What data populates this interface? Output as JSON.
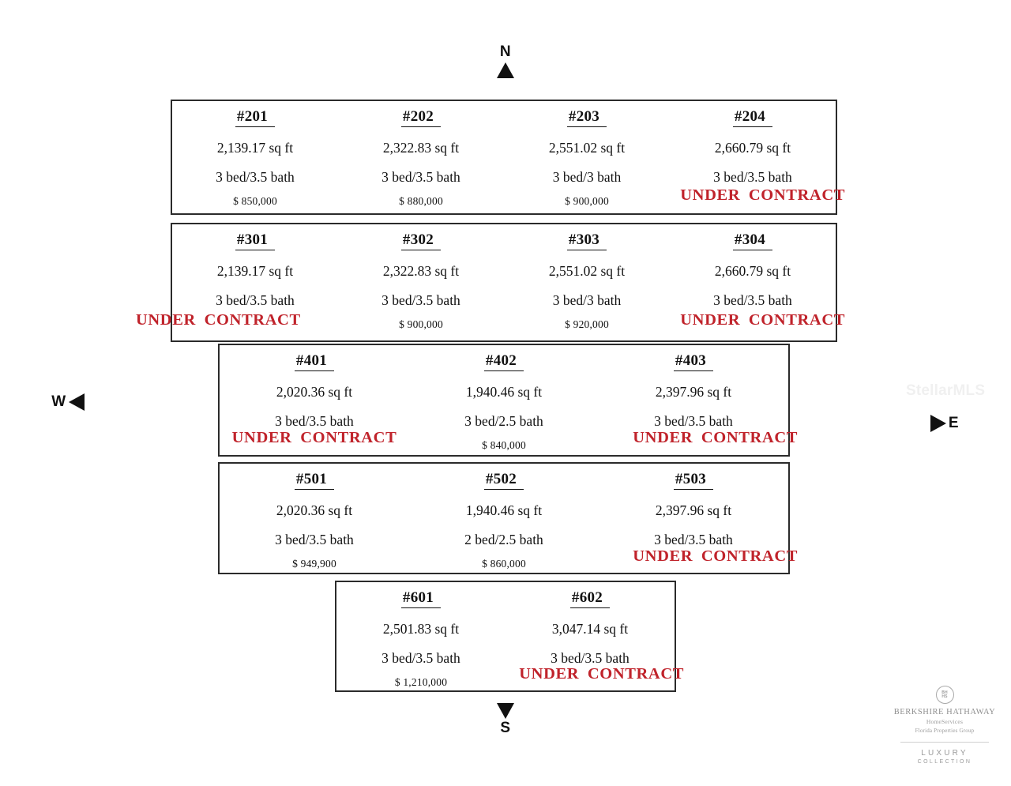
{
  "compass": {
    "north": "N",
    "south": "S",
    "east": "E",
    "west": "W",
    "north_icon": "arrow-up-icon",
    "south_icon": "arrow-down-icon",
    "east_icon": "arrow-right-icon",
    "west_icon": "arrow-left-icon"
  },
  "status_label": "UNDER  CONTRACT",
  "status_color": "#c0232b",
  "watermark": "StellarMLS",
  "brand": {
    "seal_line1": "BH",
    "seal_line2": "HS",
    "name": "BERKSHIRE HATHAWAY",
    "sub": "HomeServices",
    "group": "Florida Properties Group",
    "luxury": "LUXURY",
    "collection": "COLLECTION"
  },
  "floors": [
    {
      "level": "2",
      "units": [
        {
          "id": "#201",
          "size": "2,139.17 sq ft",
          "beds": "3 bed/3.5 bath",
          "price": "$ 850,000",
          "status": ""
        },
        {
          "id": "#202",
          "size": "2,322.83 sq ft",
          "beds": "3 bed/3.5 bath",
          "price": "$ 880,000",
          "status": ""
        },
        {
          "id": "#203",
          "size": "2,551.02 sq ft",
          "beds": "3 bed/3 bath",
          "price": "$ 900,000",
          "status": ""
        },
        {
          "id": "#204",
          "size": "2,660.79 sq ft",
          "beds": "3 bed/3.5 bath",
          "price": "",
          "status": "UNDER  CONTRACT"
        }
      ]
    },
    {
      "level": "3",
      "units": [
        {
          "id": "#301",
          "size": "2,139.17 sq ft",
          "beds": "3 bed/3.5 bath",
          "price": "",
          "status": "UNDER  CONTRACT"
        },
        {
          "id": "#302",
          "size": "2,322.83 sq ft",
          "beds": "3 bed/3.5 bath",
          "price": "$ 900,000",
          "status": ""
        },
        {
          "id": "#303",
          "size": "2,551.02 sq ft",
          "beds": "3 bed/3 bath",
          "price": "$ 920,000",
          "status": ""
        },
        {
          "id": "#304",
          "size": "2,660.79 sq ft",
          "beds": "3 bed/3.5 bath",
          "price": "",
          "status": "UNDER  CONTRACT"
        }
      ]
    },
    {
      "level": "4",
      "units": [
        {
          "id": "#401",
          "size": "2,020.36 sq ft",
          "beds": "3 bed/3.5 bath",
          "price": "",
          "status": "UNDER  CONTRACT"
        },
        {
          "id": "#402",
          "size": "1,940.46 sq ft",
          "beds": "3 bed/2.5 bath",
          "price": "$ 840,000",
          "status": ""
        },
        {
          "id": "#403",
          "size": "2,397.96 sq ft",
          "beds": "3 bed/3.5 bath",
          "price": "",
          "status": "UNDER  CONTRACT"
        }
      ]
    },
    {
      "level": "5",
      "units": [
        {
          "id": "#501",
          "size": "2,020.36 sq ft",
          "beds": "3 bed/3.5 bath",
          "price": "$ 949,900",
          "status": ""
        },
        {
          "id": "#502",
          "size": "1,940.46 sq ft",
          "beds": "2 bed/2.5 bath",
          "price": "$ 860,000",
          "status": ""
        },
        {
          "id": "#503",
          "size": "2,397.96 sq ft",
          "beds": "3 bed/3.5 bath",
          "price": "",
          "status": "UNDER  CONTRACT"
        }
      ]
    },
    {
      "level": "6",
      "units": [
        {
          "id": "#601",
          "size": "2,501.83 sq ft",
          "beds": "3 bed/3.5 bath",
          "price": "$ 1,210,000",
          "status": ""
        },
        {
          "id": "#602",
          "size": "3,047.14 sq ft",
          "beds": "3 bed/3.5 bath",
          "price": "",
          "status": "UNDER  CONTRACT"
        }
      ]
    }
  ]
}
